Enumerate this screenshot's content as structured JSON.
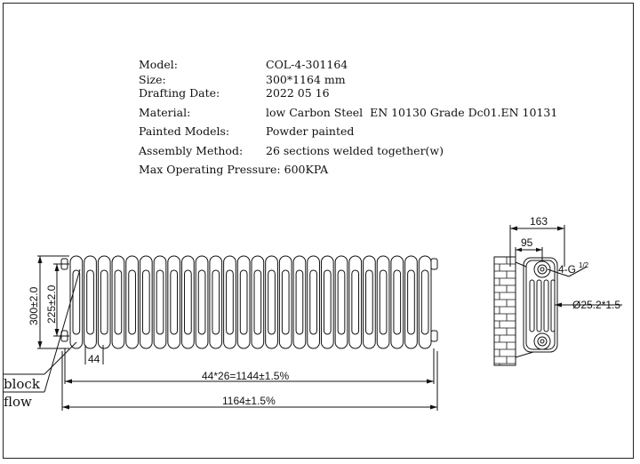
{
  "specs": [
    {
      "label": "Model:",
      "value": "COL-4-301164"
    },
    {
      "label": "Size:",
      "value": "300*1164 mm"
    },
    {
      "label": "Drafting Date:",
      "value": "2022 05 16"
    },
    {
      "label": "Material:",
      "value": "low Carbon Steel  EN 10130 Grade Dc01.EN 10131"
    },
    {
      "label": "Painted Models:",
      "value": "Powder painted"
    },
    {
      "label": "Assembly Method:",
      "value": "26 sections welded together(w)"
    }
  ],
  "max_pressure": "Max Operating Pressure: 600KPA",
  "front_view": {
    "section_count": 26,
    "dims": {
      "height_total": "300±2.0",
      "height_centers": "225±2.0",
      "section_pitch": "44",
      "centers_length": "44*26=1144±1.5%",
      "total_length": "1164±1.5%"
    },
    "labels": {
      "block": "block",
      "flow": "flow"
    }
  },
  "side_view": {
    "dims": {
      "depth": "163",
      "offset": "95",
      "thread": "4-G",
      "thread_sup": "1/2",
      "tube_dia": "Ø25.2*1.5"
    }
  }
}
